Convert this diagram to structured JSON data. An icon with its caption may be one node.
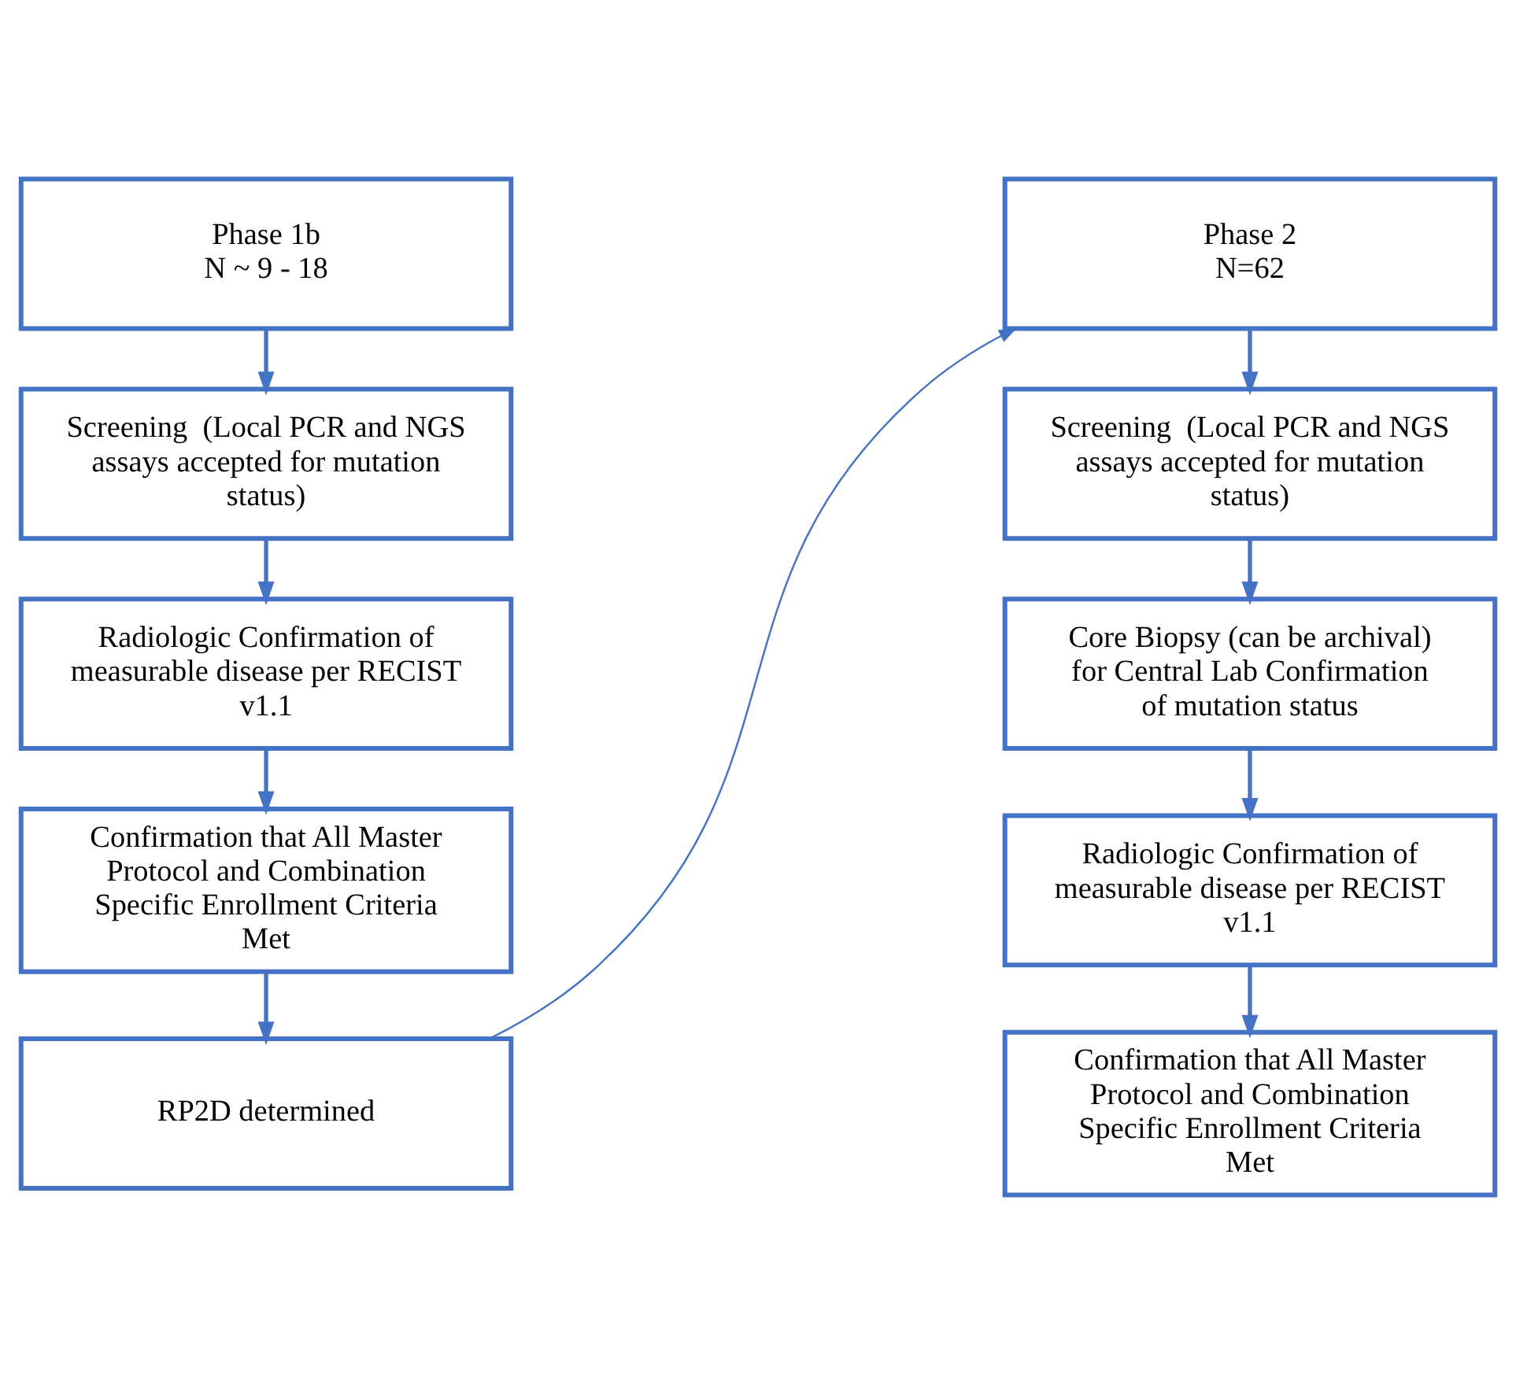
{
  "diagram": {
    "nodes": [
      {
        "text": [
          "Phase 1b",
          "N ~ 9 - 18"
        ]
      },
      {
        "text": [
          "Screening  (Local PCR and NGS assays accepted for mutation status)"
        ]
      },
      {
        "text": [
          "Radiologic Confirmation of measurable disease per RECIST v1.1"
        ]
      },
      {
        "text": [
          "Confirmation that All Master Protocol and Combination Specific Enrollment Criteria Met"
        ]
      },
      {
        "text": [
          "RP2D determined"
        ]
      },
      {
        "text": [
          "Phase 2",
          "N=62"
        ]
      },
      {
        "text": [
          "Screening  (Local PCR and NGS assays accepted for mutation status)"
        ]
      },
      {
        "text": [
          "Core Biopsy (can be archival) for Central Lab Confirmation of mutation status"
        ]
      },
      {
        "text": [
          "Radiologic Confirmation of measurable disease per RECIST v1.1"
        ]
      },
      {
        "text": [
          "Confirmation that All Master Protocol and Combination Specific Enrollment Criteria Met"
        ]
      }
    ],
    "edges": [
      {
        "from": 0,
        "to": 1,
        "arrow": "to"
      },
      {
        "from": 1,
        "to": 2,
        "arrow": "to"
      },
      {
        "from": 2,
        "to": 3,
        "arrow": "to"
      },
      {
        "from": 3,
        "to": 4,
        "arrow": "to"
      },
      {
        "from": 4,
        "to": 5,
        "arrow": "to"
      },
      {
        "from": 5,
        "to": 6,
        "arrow": "to"
      },
      {
        "from": 6,
        "to": 7,
        "arrow": "to"
      },
      {
        "from": 7,
        "to": 8,
        "arrow": "to"
      },
      {
        "from": 8,
        "to": 9,
        "arrow": "to"
      }
    ]
  }
}
